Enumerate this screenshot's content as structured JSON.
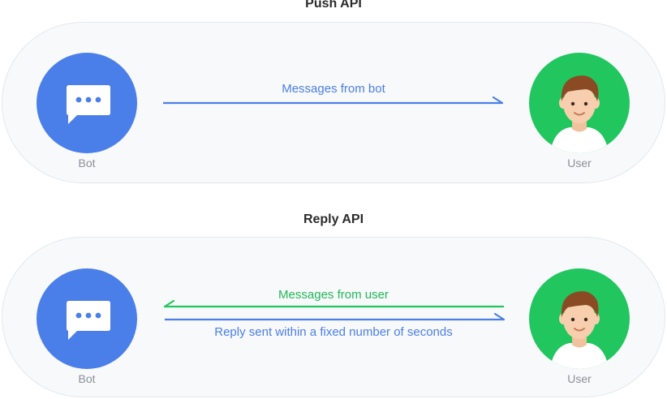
{
  "push": {
    "title": "Push API",
    "bot_label": "Bot",
    "user_label": "User",
    "message_label": "Messages from bot"
  },
  "reply": {
    "title": "Reply API",
    "bot_label": "Bot",
    "user_label": "User",
    "user_message_label": "Messages from user",
    "bot_message_label": "Reply sent within a fixed number of seconds"
  },
  "colors": {
    "bot": "#4a7fea",
    "user": "#21c65f",
    "push_arrow": "#4a7fea",
    "user_arrow": "#21c65f",
    "reply_arrow": "#4a7fea",
    "panel": "#f8f9fb"
  },
  "icons": {
    "bot": "chat-bubble-icon",
    "user": "user-avatar-icon"
  }
}
